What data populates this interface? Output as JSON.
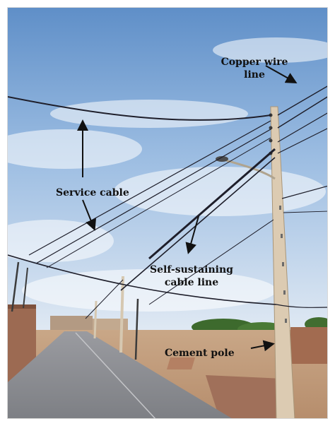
{
  "annotations": {
    "copper_wire_line": {
      "line1": "Copper wire",
      "line2": "line"
    },
    "service_cable": "Service cable",
    "self_sustaining_cable_line": {
      "line1": "Self-sustaining",
      "line2": "cable line"
    },
    "cement_pole": "Cement pole"
  },
  "colors": {
    "sky_top": "#5f8fc8",
    "sky_bottom": "#dfe9f5",
    "road": "#8b8d90",
    "wall": "#a5725a",
    "pole": "#d9c9b0",
    "wire": "#1e1e2a",
    "arrow": "#111111"
  }
}
